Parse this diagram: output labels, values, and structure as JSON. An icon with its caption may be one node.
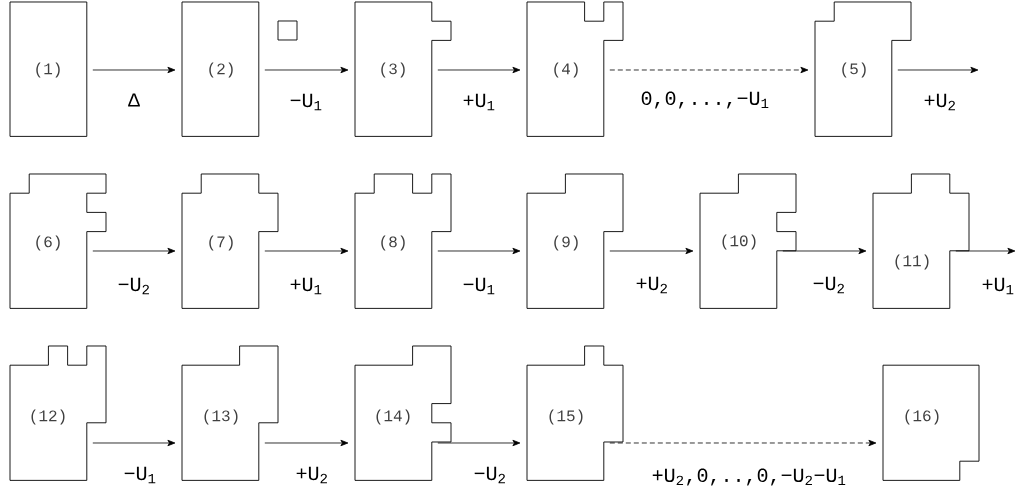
{
  "diagram": {
    "nodes": [
      {
        "text": [
          "(1)"
        ]
      },
      {
        "text": [
          "(2)"
        ]
      },
      {
        "text": [
          "(3)"
        ]
      },
      {
        "text": [
          "(4)"
        ]
      },
      {
        "text": [
          "(5)"
        ]
      },
      {
        "text": [
          "(6)"
        ]
      },
      {
        "text": [
          "(7)"
        ]
      },
      {
        "text": [
          "(8)"
        ]
      },
      {
        "text": [
          "(9)"
        ]
      },
      {
        "text": [
          "(10)"
        ]
      },
      {
        "text": [
          "(11)"
        ]
      },
      {
        "text": [
          "(12)"
        ]
      },
      {
        "text": [
          "(13)"
        ]
      },
      {
        "text": [
          "(14)"
        ]
      },
      {
        "text": [
          "(15)"
        ]
      },
      {
        "text": [
          "(16)"
        ]
      }
    ],
    "edges": [
      {
        "from": 0,
        "to": 1,
        "arrow": "to",
        "label": "Δ"
      },
      {
        "from": 1,
        "to": 2,
        "arrow": "to",
        "label": "−U$_{1}$"
      },
      {
        "from": 2,
        "to": 3,
        "arrow": "to",
        "label": "+U$_{1}$"
      },
      {
        "from": 3,
        "to": 4,
        "arrow": "to",
        "label": "0,0,...,−U$_{1}$",
        "style": "dashed"
      },
      {
        "from": 4,
        "to": null,
        "arrow": "to",
        "label": "+U$_{2}$"
      },
      {
        "from": 5,
        "to": 6,
        "arrow": "to",
        "label": "−U$_{2}$"
      },
      {
        "from": 6,
        "to": 7,
        "arrow": "to",
        "label": "+U$_{1}$"
      },
      {
        "from": 7,
        "to": 8,
        "arrow": "to",
        "label": "−U$_{1}$"
      },
      {
        "from": 8,
        "to": 9,
        "arrow": "to",
        "label": "+U$_{2}$"
      },
      {
        "from": 9,
        "to": 10,
        "arrow": "to",
        "label": "−U$_{2}$"
      },
      {
        "from": 10,
        "to": null,
        "arrow": "to",
        "label": "+U$_{1}$"
      },
      {
        "from": 11,
        "to": 12,
        "arrow": "to",
        "label": "−U$_{1}$"
      },
      {
        "from": 12,
        "to": 13,
        "arrow": "to",
        "label": "+U$_{2}$"
      },
      {
        "from": 13,
        "to": 14,
        "arrow": "to",
        "label": "−U$_{2}$"
      },
      {
        "from": 14,
        "to": 15,
        "arrow": "to",
        "label": "+U$_{2}$,0,..,0,−U$_{2}$−U$_{1}$",
        "style": "dashed"
      }
    ]
  }
}
